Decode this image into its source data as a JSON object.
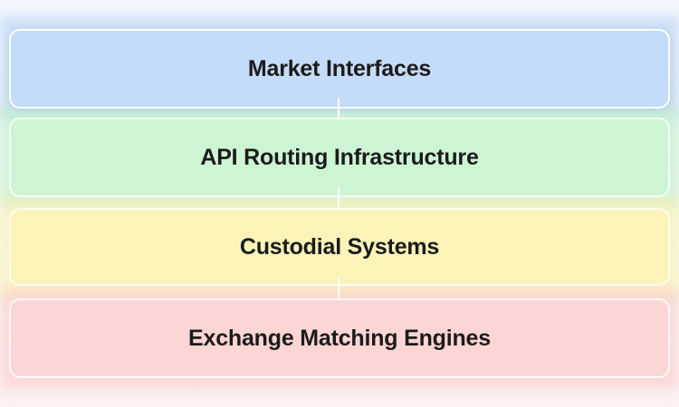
{
  "diagram": {
    "layers": [
      {
        "label": "Market Interfaces",
        "color": "#c4dbf9"
      },
      {
        "label": "API Routing Infrastructure",
        "color": "#cdf5d4"
      },
      {
        "label": "Custodial Systems",
        "color": "#fbf3b8"
      },
      {
        "label": "Exchange Matching Engines",
        "color": "#fcd5d5"
      }
    ]
  }
}
